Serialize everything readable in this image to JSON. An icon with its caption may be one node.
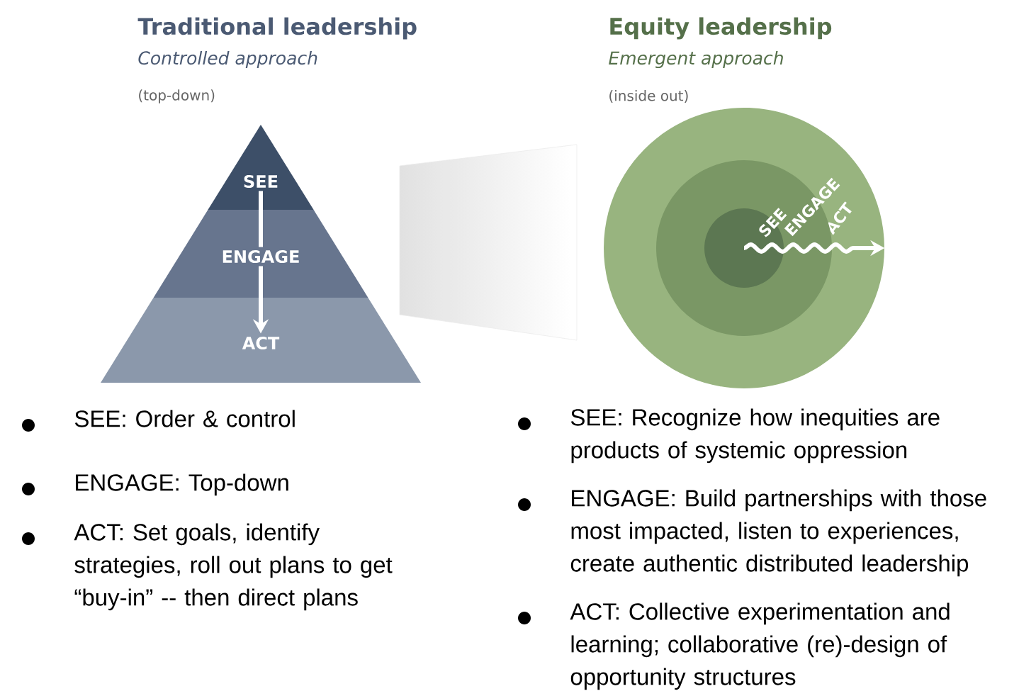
{
  "diagram": {
    "nodes": [
      {
        "text": [
          "SEE"
        ]
      },
      {
        "text": [
          "ENGAGE"
        ]
      },
      {
        "text": [
          "ACT"
        ]
      },
      {
        "text": [
          "ACT"
        ]
      },
      {
        "text": [
          "ENGAGE"
        ],
        "in": 3
      },
      {
        "text": [
          "SEE"
        ],
        "in": 4
      }
    ],
    "edges": [
      {
        "from": 0,
        "to": 1,
        "arrow": "none"
      },
      {
        "from": 1,
        "to": 2,
        "arrow": "to"
      },
      {
        "from": 5,
        "to": 3,
        "arrow": "to"
      }
    ],
    "labels": [
      "Traditional leadership",
      "Controlled approach",
      "(top-down)",
      "Equity leadership",
      "Emergent approach",
      "(inside out)",
      "SEE: Order & control",
      "ENGAGE: Top-down",
      "ACT: Set goals, identify strategies, roll out plans to get “buy-in” -- then direct plans",
      "SEE: Recognize how inequities are products of systemic oppression",
      "ENGAGE: Build partnerships with those most impacted, listen to experiences, create authentic distributed leadership",
      "ACT: Collective experimentation and learning; collaborative (re)-design of opportunity structures"
    ]
  }
}
